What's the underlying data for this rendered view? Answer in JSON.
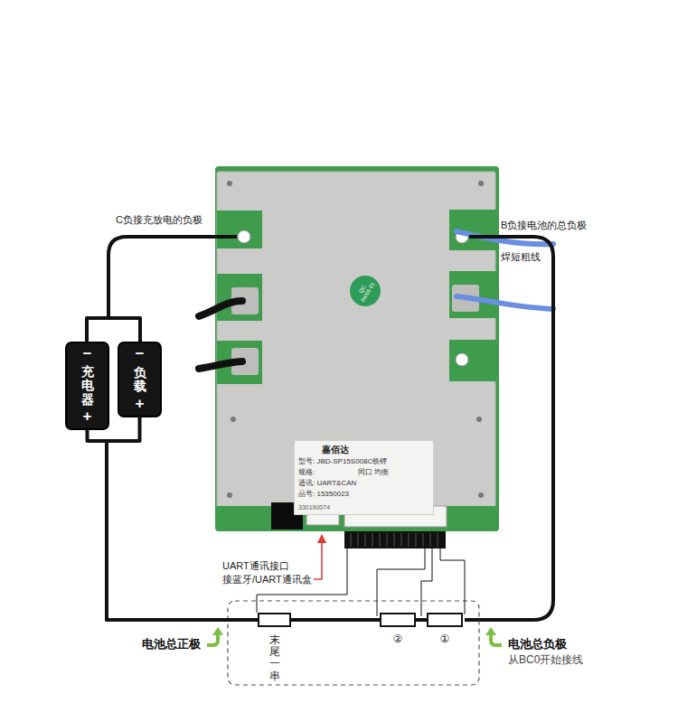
{
  "diagram": {
    "nodes": [
      {
        "text": [
          "QC PASS 01"
        ]
      },
      {
        "text": [
          "−",
          "充电器",
          "+"
        ]
      },
      {
        "text": [
          "−",
          "负载",
          "+"
        ]
      },
      {
        "text": [
          "嘉佰达",
          "型号: JBD-SP15S008C铁锂",
          "规格:",
          "同口 均衡",
          "通讯: UART&CAN",
          "品号: 15350023",
          "330190074"
        ]
      },
      {
        "text": [
          "末尾一串"
        ]
      },
      {
        "text": [
          "②"
        ]
      },
      {
        "text": [
          "①"
        ]
      }
    ],
    "edges": [
      {
        "from": 1,
        "to": 4,
        "arrow": "none"
      },
      {
        "from": 2,
        "to": 4,
        "arrow": "none"
      },
      {
        "from": 4,
        "to": 5,
        "arrow": "none"
      },
      {
        "from": 5,
        "to": 6,
        "arrow": "none"
      }
    ],
    "labels": [
      "C负接充放电的负极",
      "B负接电池的总负极",
      "焊短粗线",
      "UART通讯接口",
      "接蓝牙/UART通讯盒",
      "电池总正极",
      "电池总负极",
      "从BC0开始接线"
    ]
  }
}
